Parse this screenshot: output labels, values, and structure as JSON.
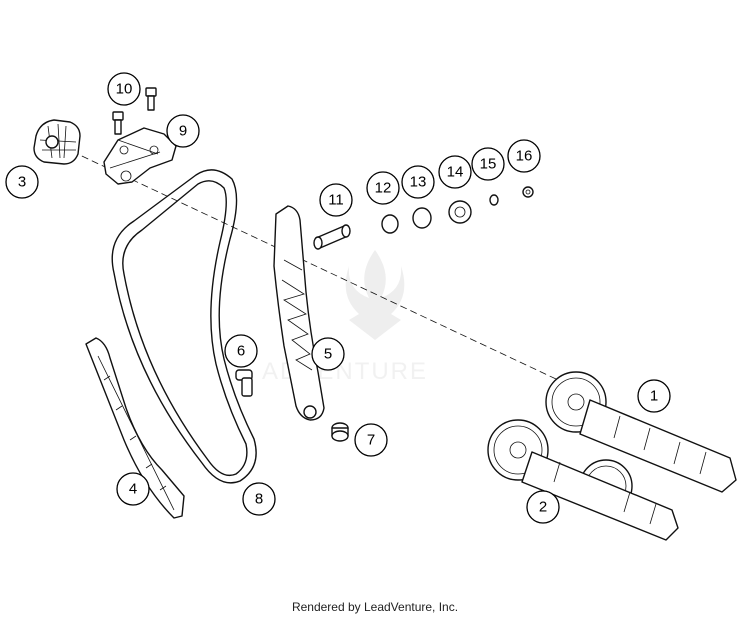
{
  "watermark": "ADVENTURE",
  "footer": "Rendered by LeadVenture, Inc.",
  "callouts": [
    {
      "id": "1",
      "label": "1"
    },
    {
      "id": "2",
      "label": "2"
    },
    {
      "id": "3",
      "label": "3"
    },
    {
      "id": "4",
      "label": "4"
    },
    {
      "id": "5",
      "label": "5"
    },
    {
      "id": "6",
      "label": "6"
    },
    {
      "id": "7",
      "label": "7"
    },
    {
      "id": "8",
      "label": "8"
    },
    {
      "id": "9",
      "label": "9"
    },
    {
      "id": "10",
      "label": "10"
    },
    {
      "id": "11",
      "label": "11"
    },
    {
      "id": "12",
      "label": "12"
    },
    {
      "id": "13",
      "label": "13"
    },
    {
      "id": "14",
      "label": "14"
    },
    {
      "id": "15",
      "label": "15"
    },
    {
      "id": "16",
      "label": "16"
    }
  ]
}
